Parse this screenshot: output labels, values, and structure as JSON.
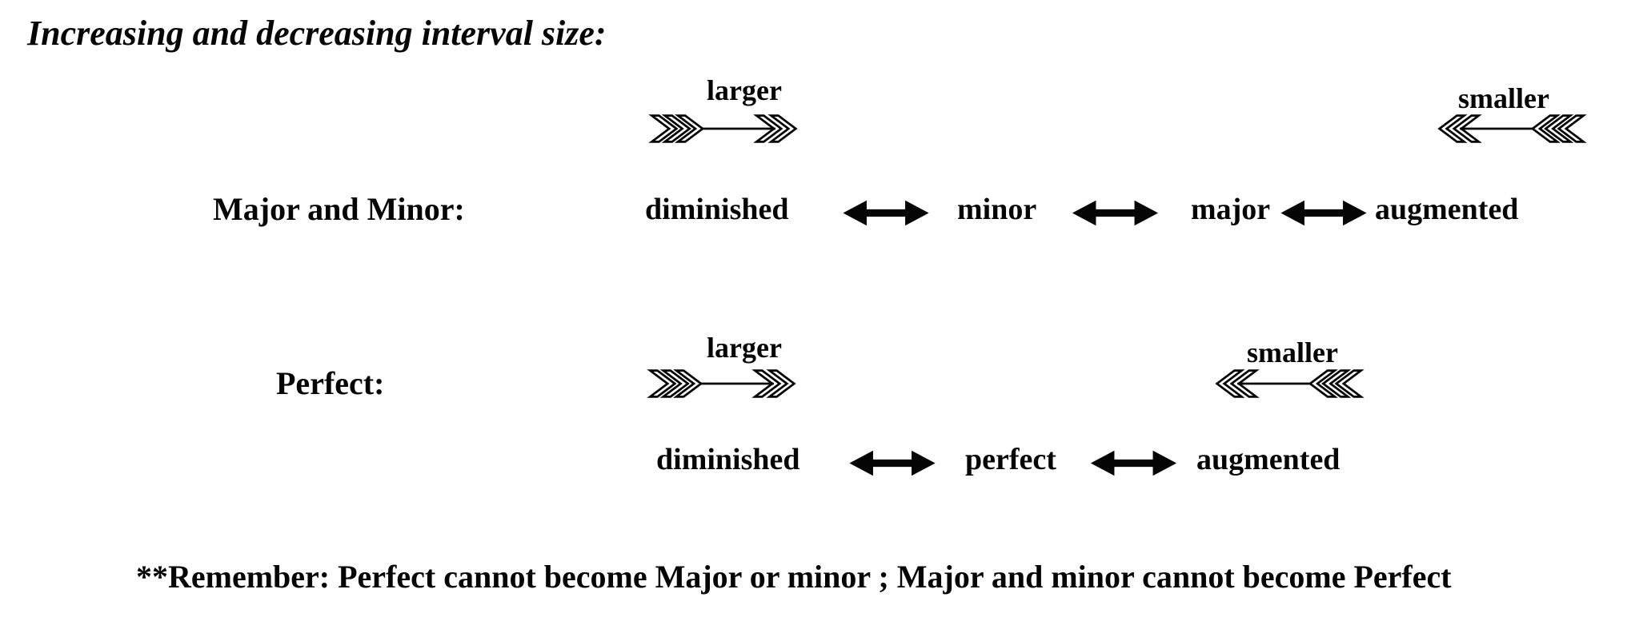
{
  "title": "Increasing and decreasing interval size:",
  "rows": [
    {
      "label": "Major and Minor:",
      "larger_label": "larger",
      "smaller_label": "smaller",
      "terms": [
        "diminished",
        "minor",
        "major",
        "augmented"
      ]
    },
    {
      "label": "Perfect:",
      "larger_label": "larger",
      "smaller_label": "smaller",
      "terms": [
        "diminished",
        "perfect",
        "augmented"
      ]
    }
  ],
  "footnote": "**Remember: Perfect cannot become Major or minor ; Major and minor cannot become Perfect",
  "icons": {
    "larger": "feathered-arrow-right",
    "smaller": "feathered-arrow-left",
    "between": "double-headed-arrow"
  },
  "colors": {
    "ink": "#050505",
    "background": "#ffffff"
  }
}
